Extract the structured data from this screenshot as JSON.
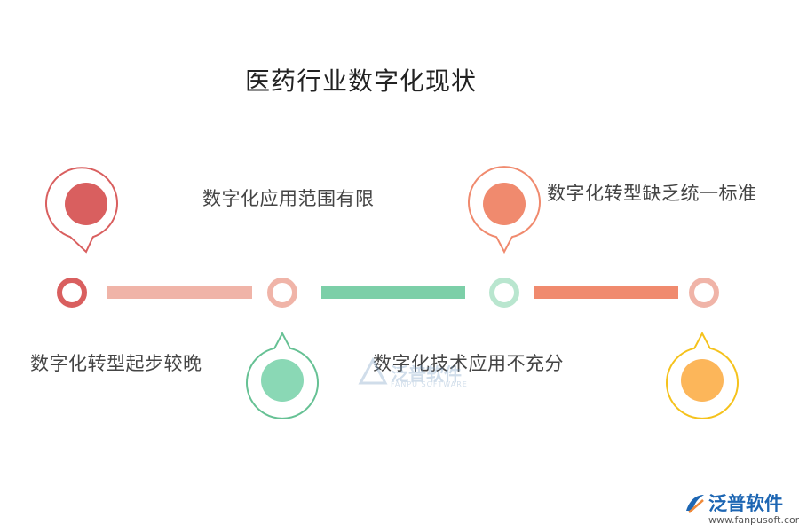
{
  "title": "医药行业数字化现状",
  "items": [
    {
      "label": "数字化转型起步较晚",
      "color": "#d95f5f"
    },
    {
      "label": "数字化应用范围有限",
      "color": "#e88f83"
    },
    {
      "label": "数字化技术应用不充分",
      "color": "#7ccfa8"
    },
    {
      "label": "数字化转型缺乏统一标准",
      "color": "#f08a6e"
    },
    {
      "label": "",
      "color": "#f5b73a"
    }
  ],
  "bar_colors": [
    "#f0b4a8",
    "#7ccfa8",
    "#f08a6e"
  ],
  "watermark": {
    "cn": "泛普软件",
    "en": "FANPU SOFTWARE"
  },
  "brand": {
    "name": "泛普软件",
    "url": "www.fanpusoft.com"
  }
}
